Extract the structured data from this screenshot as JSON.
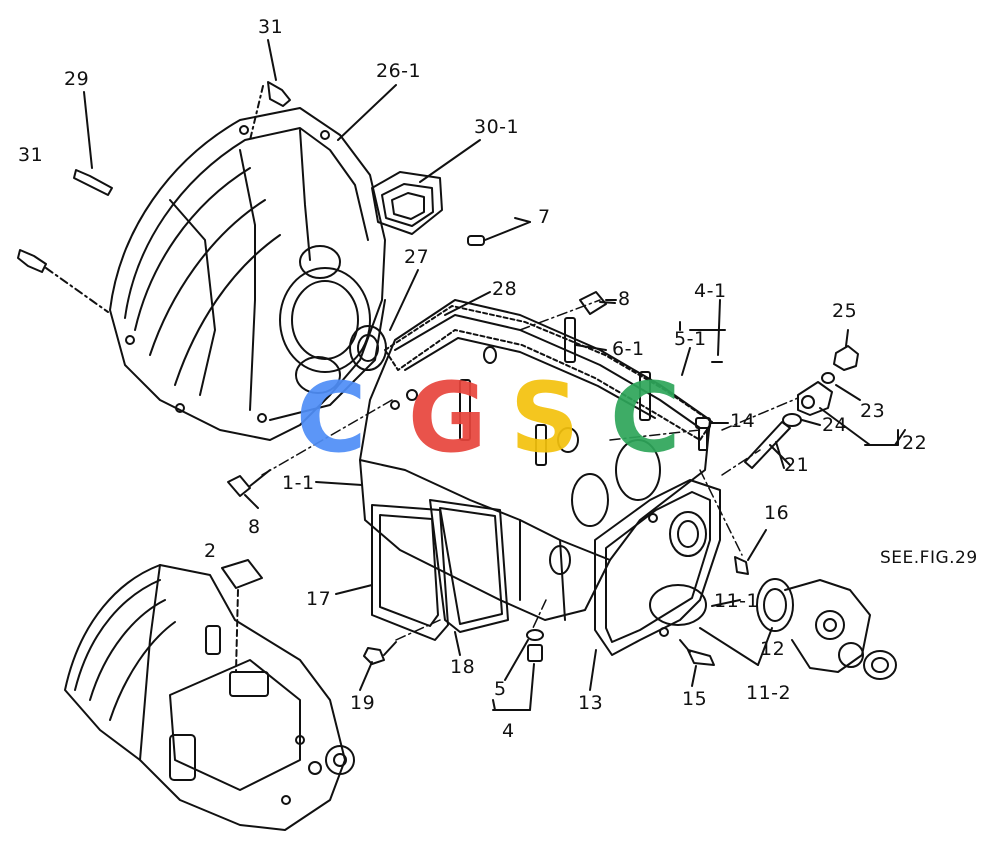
{
  "callouts": {
    "c31a": "31",
    "c26_1": "26-1",
    "c29": "29",
    "c31b": "31",
    "c30_1": "30-1",
    "c7": "7",
    "c27": "27",
    "c28": "28",
    "c8a": "8",
    "c4_1": "4-1",
    "c6_1": "6-1",
    "c5_1": "5-1",
    "c25": "25",
    "c23": "23",
    "c14": "14",
    "c24": "24",
    "c21": "21",
    "c22": "22",
    "c1_1": "1-1",
    "c8b": "8",
    "c16": "16",
    "c2": "2",
    "c17": "17",
    "c11_1": "11-1",
    "c12": "12",
    "c19": "19",
    "c18": "18",
    "c5": "5",
    "c13": "13",
    "c15": "15",
    "c11_2": "11-2",
    "c4": "4"
  },
  "reference": {
    "see_fig": "SEE.FIG.29"
  },
  "watermark": {
    "letters": [
      "C",
      "G",
      "S",
      "C"
    ],
    "colors": [
      "#4f8ef7",
      "#e8453c",
      "#f4c20d",
      "#2ea65a"
    ]
  },
  "colors": {
    "ink": "#111111",
    "background": "#ffffff"
  }
}
